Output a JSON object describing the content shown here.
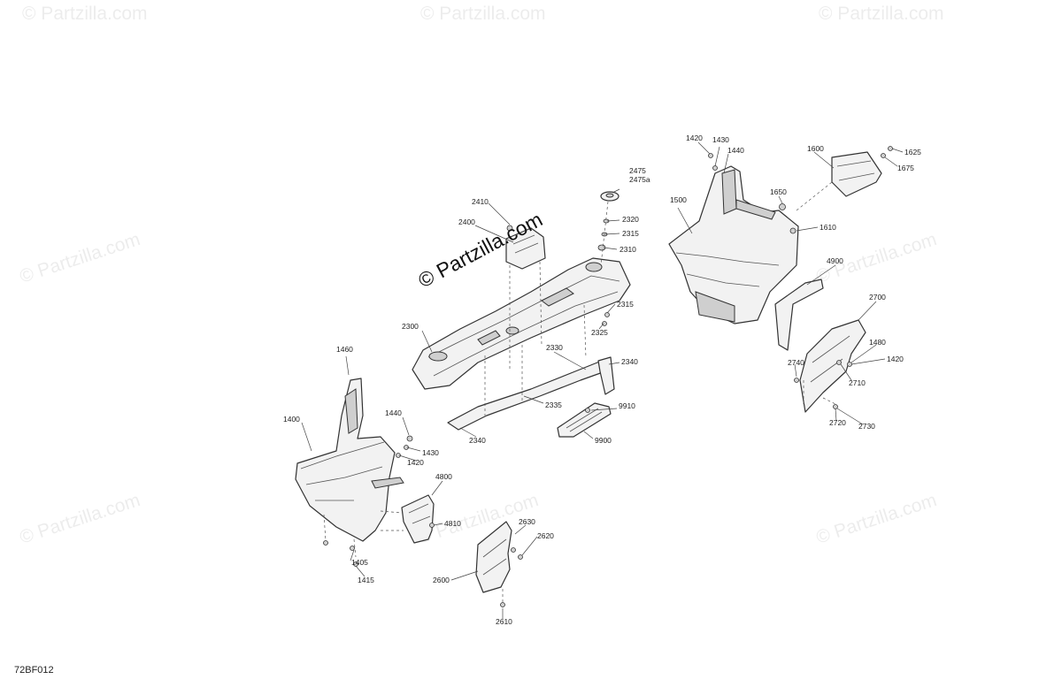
{
  "watermark": {
    "main_text": "© Partzilla.com",
    "repeat_text": "© Partzilla.com"
  },
  "diagram_code": "72BF012",
  "callouts": {
    "c1400": "1400",
    "c1405": "1405",
    "c1415": "1415",
    "c1420a": "1420",
    "c1430a": "1430",
    "c1440a": "1440",
    "c1460": "1460",
    "c1420b": "1420",
    "c1430b": "1430",
    "c1440b": "1440",
    "c1480": "1480",
    "c1420c": "1420",
    "c1500": "1500",
    "c1600": "1600",
    "c1610": "1610",
    "c1625": "1625",
    "c1650": "1650",
    "c1675": "1675",
    "c2300": "2300",
    "c2310": "2310",
    "c2315a": "2315",
    "c2315b": "2315",
    "c2320": "2320",
    "c2325": "2325",
    "c2330": "2330",
    "c2335": "2335",
    "c2340a": "2340",
    "c2340b": "2340",
    "c2400": "2400",
    "c2410": "2410",
    "c2475": "2475",
    "c2475a": "2475a",
    "c2600": "2600",
    "c2610": "2610",
    "c2620": "2620",
    "c2630": "2630",
    "c2700": "2700",
    "c2710": "2710",
    "c2720": "2720",
    "c2730": "2730",
    "c2740": "2740",
    "c4800": "4800",
    "c4810": "4810",
    "c4900": "4900",
    "c9900": "9900",
    "c9910": "9910"
  }
}
